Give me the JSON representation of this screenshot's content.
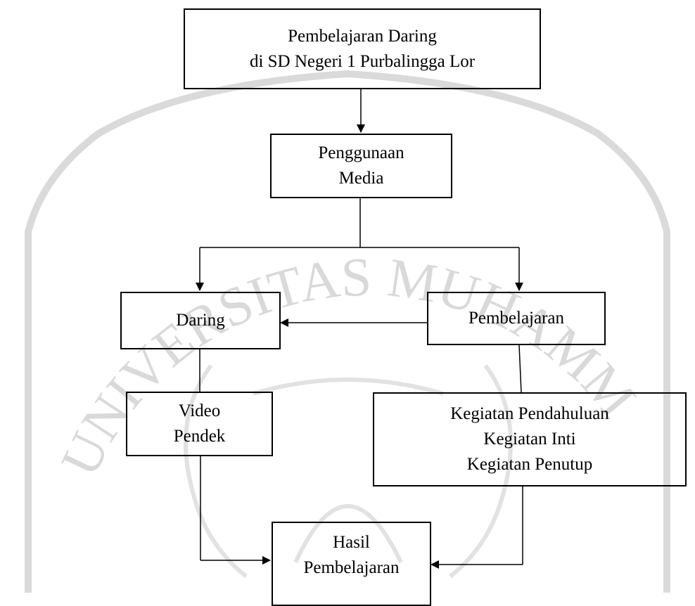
{
  "diagram": {
    "nodes": {
      "top": {
        "lines": [
          "Pembelajaran Daring",
          "di SD Negeri 1 Purbalingga Lor"
        ]
      },
      "media": {
        "lines": [
          "Penggunaan",
          "Media"
        ]
      },
      "daring": {
        "lines": [
          "Daring"
        ]
      },
      "pembelajaran": {
        "lines": [
          "Pembelajaran"
        ]
      },
      "video": {
        "lines": [
          "Video",
          "Pendek"
        ]
      },
      "kegiatan": {
        "lines": [
          "Kegiatan Pendahuluan",
          "Kegiatan Inti",
          "Kegiatan Penutup"
        ]
      },
      "hasil": {
        "lines": [
          "Hasil",
          "Pembelajaran"
        ]
      }
    },
    "watermark": {
      "text": "UNIVERSITAS MUHAMMADIYAH",
      "color": "#d9d9d9"
    },
    "colors": {
      "stroke": "#000000",
      "background": "#ffffff"
    }
  }
}
